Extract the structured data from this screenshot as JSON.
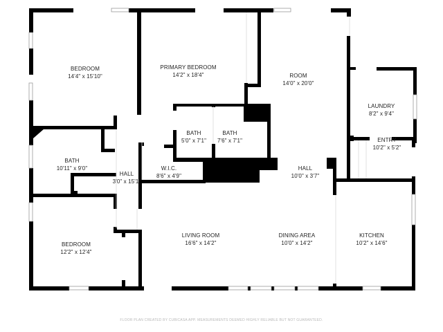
{
  "floor_plan": {
    "rooms": [
      {
        "id": "bedroom-1",
        "name": "BEDROOM",
        "dims": "14'4\" x 15'10\""
      },
      {
        "id": "primary-bedroom",
        "name": "PRIMARY BEDROOM",
        "dims": "14'2\" x 18'4\""
      },
      {
        "id": "room",
        "name": "ROOM",
        "dims": "14'0\" x 20'0\""
      },
      {
        "id": "laundry",
        "name": "LAUNDRY",
        "dims": "8'2\" x 9'4\""
      },
      {
        "id": "bath-1",
        "name": "BATH",
        "dims": "10'11\" x 9'0\""
      },
      {
        "id": "bath-2",
        "name": "BATH",
        "dims": "5'0\" x 7'1\""
      },
      {
        "id": "bath-3",
        "name": "BATH",
        "dims": "7'6\" x 7'1\""
      },
      {
        "id": "entry",
        "name": "ENTRY",
        "dims": "10'2\" x 5'2\""
      },
      {
        "id": "hall-1",
        "name": "HALL",
        "dims": "3'0\" x 15'1\""
      },
      {
        "id": "wic",
        "name": "W.I.C.",
        "dims": "8'6\" x 4'9\""
      },
      {
        "id": "hall-2",
        "name": "HALL",
        "dims": "10'0\" x 3'7\""
      },
      {
        "id": "bedroom-2",
        "name": "BEDROOM",
        "dims": "12'2\" x 12'4\""
      },
      {
        "id": "living-room",
        "name": "LIVING ROOM",
        "dims": "16'6\" x 14'2\""
      },
      {
        "id": "dining-area",
        "name": "DINING AREA",
        "dims": "10'0\" x 14'2\""
      },
      {
        "id": "kitchen",
        "name": "KITCHEN",
        "dims": "10'2\" x 14'6\""
      }
    ],
    "footer": "FLOOR PLAN CREATED BY CUBICASA APP. MEASUREMENTS DEEMED HIGHLY RELIABLE BUT NOT GUARANTEED."
  }
}
